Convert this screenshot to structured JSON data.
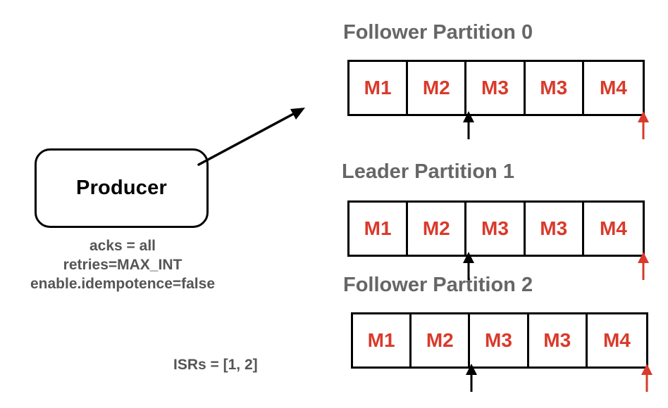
{
  "producer": {
    "label": "Producer",
    "config": [
      "acks = all",
      "retries=MAX_INT",
      "enable.idempotence=false"
    ]
  },
  "isrs": "ISRs = [1, 2]",
  "partitions": [
    {
      "title": "Follower Partition 0",
      "messages": [
        "M1",
        "M2",
        "M3",
        "M3",
        "M4"
      ],
      "pointers": [
        "high-watermark-arrow",
        "log-end-offset-arrow"
      ]
    },
    {
      "title": "Leader Partition 1",
      "messages": [
        "M1",
        "M2",
        "M3",
        "M3",
        "M4"
      ],
      "pointers": [
        "high-watermark-arrow",
        "log-end-offset-arrow"
      ]
    },
    {
      "title": "Follower Partition 2",
      "messages": [
        "M1",
        "M2",
        "M3",
        "M3",
        "M4"
      ],
      "pointers": [
        "high-watermark-arrow",
        "log-end-offset-arrow"
      ]
    }
  ],
  "colors": {
    "message_text": "#d93a2b",
    "title_text": "#666666",
    "config_text": "#555555",
    "black_arrow": "#000000",
    "red_arrow": "#d93a2b"
  }
}
